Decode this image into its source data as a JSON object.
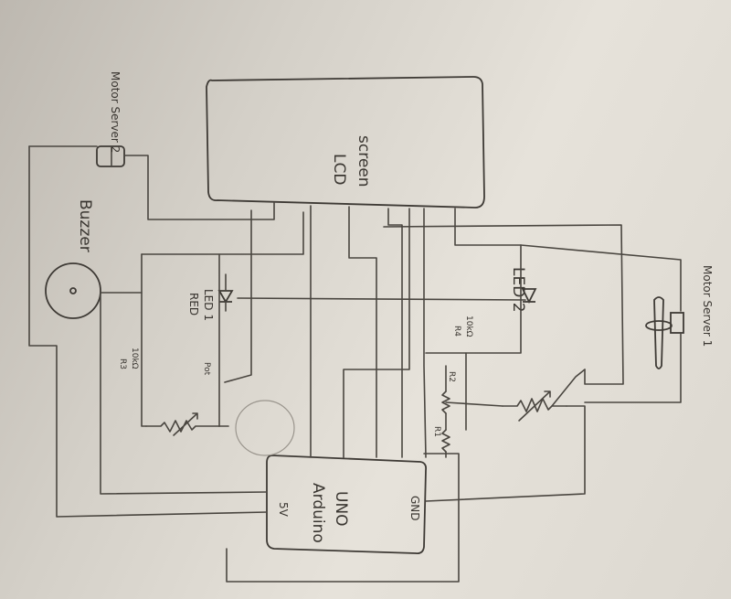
{
  "labels": {
    "lcd_line1": "LCD",
    "lcd_line2": "screen",
    "buzzer": "Buzzer",
    "motor2": "Motor Server 2",
    "motor1": "Motor Server 1",
    "red_led": "RED",
    "led1": "LED 1",
    "led2": "LED 2",
    "r3": "R3",
    "r3_val": "10kΩ",
    "r4": "R4",
    "r4_val": "10kΩ",
    "r2": "R2",
    "r1": "R1",
    "pot": "Pot",
    "arduino_line1": "Arduino",
    "arduino_line2": "UNO",
    "pin_5v": "5V",
    "pin_gnd": "GND"
  }
}
